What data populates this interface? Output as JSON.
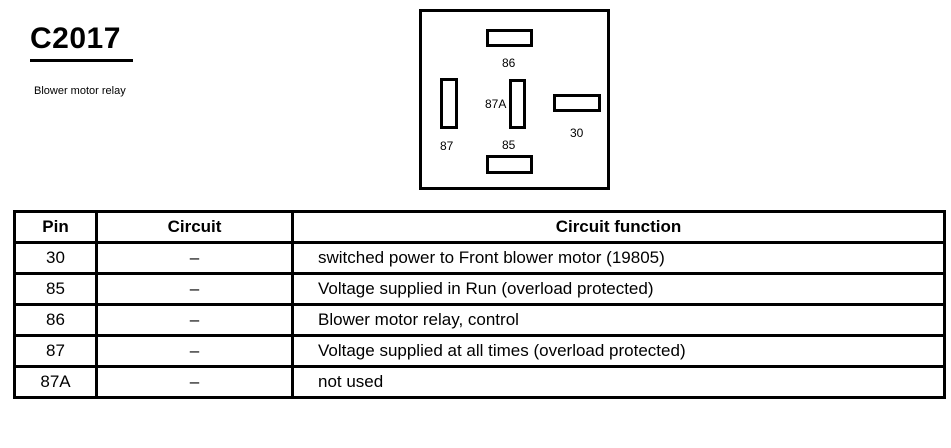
{
  "connector": {
    "id": "C2017",
    "description": "Blower motor relay"
  },
  "face_view": {
    "pins": [
      {
        "pin": "86",
        "orientation": "horizontal"
      },
      {
        "pin": "87A",
        "orientation": "vertical"
      },
      {
        "pin": "30",
        "orientation": "horizontal"
      },
      {
        "pin": "87",
        "orientation": "vertical"
      },
      {
        "pin": "85",
        "orientation": "horizontal"
      }
    ]
  },
  "table": {
    "headers": [
      "Pin",
      "Circuit",
      "Circuit function"
    ],
    "rows": [
      {
        "pin": "30",
        "circuit": "–",
        "function": "switched power to Front blower motor (19805)"
      },
      {
        "pin": "85",
        "circuit": "–",
        "function": "Voltage supplied in Run (overload protected)"
      },
      {
        "pin": "86",
        "circuit": "–",
        "function": "Blower motor relay, control"
      },
      {
        "pin": "87",
        "circuit": "–",
        "function": "Voltage supplied at all times (overload protected)"
      },
      {
        "pin": "87A",
        "circuit": "–",
        "function": "not used"
      }
    ]
  }
}
